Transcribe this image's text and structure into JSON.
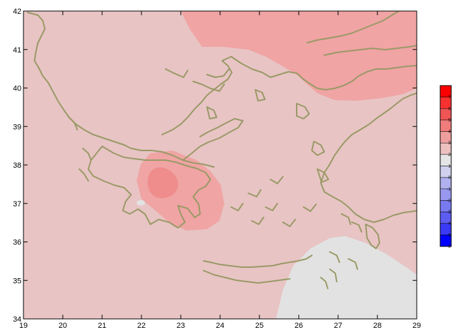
{
  "chart_data": {
    "type": "heatmap",
    "title": "",
    "xlabel": "",
    "ylabel": "",
    "xlim": [
      19,
      29
    ],
    "ylim": [
      34,
      42
    ],
    "x_ticks": [
      "19",
      "20",
      "21",
      "22",
      "23",
      "24",
      "25",
      "26",
      "27",
      "28",
      "29"
    ],
    "y_ticks": [
      "34",
      "35",
      "36",
      "37",
      "38",
      "39",
      "40",
      "41",
      "42"
    ],
    "grid": false,
    "legend": "colorbar right",
    "colorbar": {
      "labels": [
        "7",
        "6",
        "5",
        "4",
        "3",
        "2",
        "1",
        "0",
        "-1",
        "-2",
        "-3",
        "-4",
        "-5",
        "-6"
      ],
      "colors": [
        "#ff0000",
        "#f73030",
        "#ef5555",
        "#f07c7c",
        "#ef9e9e",
        "#edc0c0",
        "#e5e5e5",
        "#d0d0ee",
        "#b0b0ee",
        "#9898f0",
        "#7a7af0",
        "#5c5cf0",
        "#3a3af5",
        "#0000ff"
      ]
    },
    "background_color": "#e8c4c4",
    "coastline_color": "#999966",
    "regions": [
      {
        "level": 2,
        "color": "#f0a4a4",
        "location": "northeast (Thrace / Marmara)"
      },
      {
        "level": 2,
        "color": "#f0a4a4",
        "location": "central-west Peloponnese"
      },
      {
        "level": 3,
        "color": "#ef8c8c",
        "location": "Gulf of Corinth / Peloponnese core"
      },
      {
        "level": 0,
        "color": "#e2e2e2",
        "location": "southeast (Rhodes / Levantine)"
      }
    ]
  }
}
